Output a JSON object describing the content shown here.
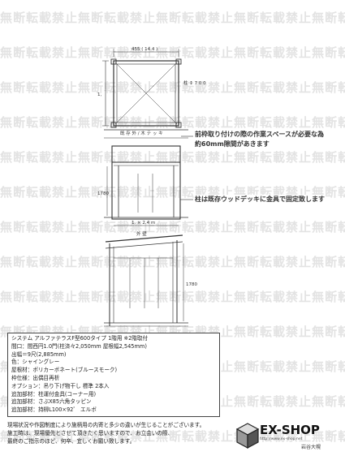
{
  "watermark": {
    "text": "無断転載禁止"
  },
  "sketch": {
    "top_view_width_label": "455 ( 14.4 )",
    "top_view_side_label": "1,",
    "top_view_right_label": "柱 ↕ 7 0 0",
    "top_view_bottom_label": "既 存 外 / 木 テ ッ キ",
    "front_view_side_label": "1780",
    "front_view_width_label": "1. × 2.4 m",
    "side_view_top_label": "外 壁",
    "side_view_right_label": "1780"
  },
  "notes": {
    "note_1_line_1": "前枠取り付けの際の作業スペースが必要な為",
    "note_1_line_2": "約60mm隙間があきます",
    "note_2": "柱は既存ウッドデッキに金具で固定致します"
  },
  "spec": {
    "lines": [
      "システム  アルファテラスF型600タイプ  1階用   ※2階取付",
      "間口：間西円1.0門(柱済々2,050mm  屋根幅2,545mm)",
      "出幅＝9尺(2,885mm)",
      "色：シャイングレー",
      "屋根材：ポリカーボネート(ブルースモーク)",
      "枠仕様：出偶目再析",
      "オプション：吊り下げ物干し  標準  2本入",
      "追加部材：柱運付金具(コーナー用)",
      "追加部材：さぶX85六角タッピン",
      "追加部材：持柳L100×92゜ エルボ"
    ]
  },
  "disclaimer": {
    "lines": [
      "現場状況や作図制度により施柄用の内寄と多少の違いが生じることがございます。",
      "施工時は、現場優先とさせて頂きたく思いますので、お立会いの際、",
      "最終のご指示のほど、何卒、宜しくお願い致します。"
    ]
  },
  "logo": {
    "name": "EX-SHOP",
    "url": "http://www.ex-shop.net",
    "shop": "岩谷大幌"
  }
}
